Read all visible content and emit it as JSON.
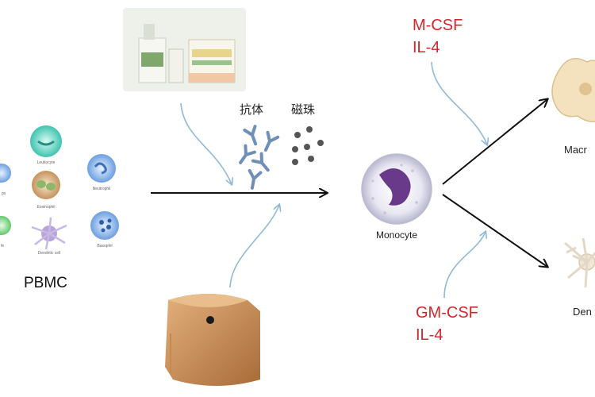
{
  "labels": {
    "reagents": [
      "抗体",
      "磁珠"
    ],
    "source": "PBMC",
    "center_cell": "Monocyte",
    "macrophage": "Macr",
    "dendritic": "Den"
  },
  "pbmc_cells": [
    "Leukocyte",
    "Neutrophil",
    "Eosinophil",
    "Dendritic cell",
    "Basophil",
    "ps",
    "fe"
  ],
  "cytokines_top": [
    "M-CSF",
    "IL-4"
  ],
  "cytokines_bottom": [
    "GM-CSF",
    "IL-4"
  ],
  "colors": {
    "cytokine": "#d0272c",
    "curve": "#8fb9d6",
    "arrow": "#111111",
    "device": "#c98f5a"
  }
}
